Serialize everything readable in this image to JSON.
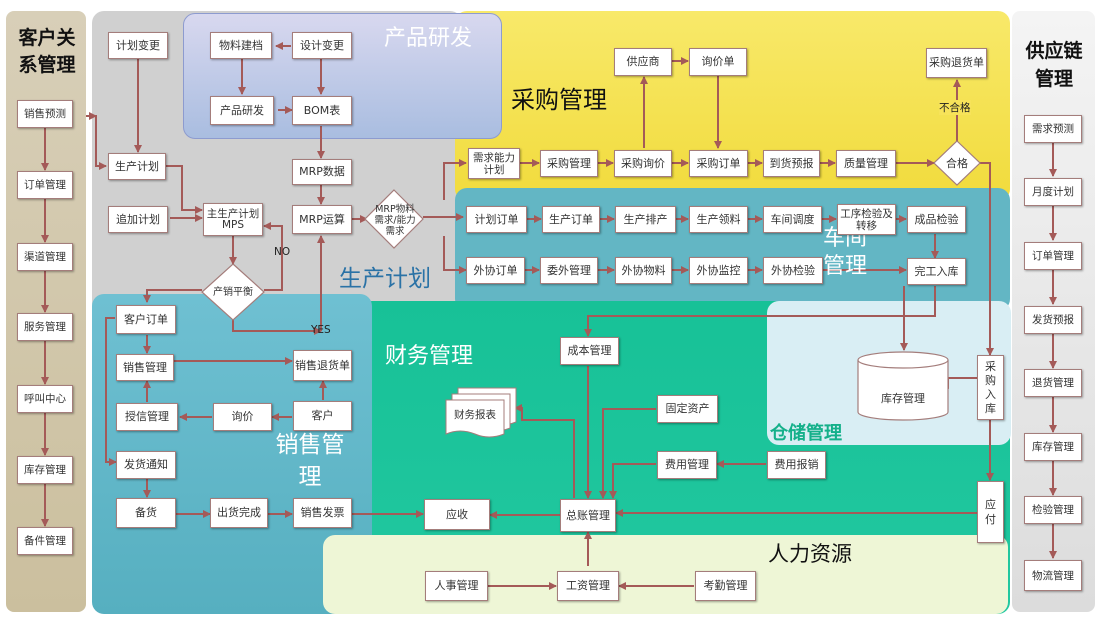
{
  "regions": {
    "crm": "客户关系管理",
    "scm": "供应链管理",
    "rd": "产品研发",
    "purchase": "采购管理",
    "production": "生产计划",
    "workshop": "车间管理",
    "finance": "财务管理",
    "sales": "销售管理",
    "warehouse": "仓储管理",
    "hr": "人力资源"
  },
  "crm_items": [
    "销售预测",
    "订单管理",
    "渠道管理",
    "服务管理",
    "呼叫中心",
    "库存管理",
    "备件管理"
  ],
  "scm_items": [
    "需求预测",
    "月度计划",
    "订单管理",
    "发货预报",
    "退货管理",
    "库存管理",
    "检验管理",
    "物流管理"
  ],
  "nodes": {
    "plan_change": "计划变更",
    "material": "物料建档",
    "design_change": "设计变更",
    "product_rd": "产品研发",
    "bom": "BOM表",
    "mrp_data": "MRP数据",
    "mrp_calc": "MRP运算",
    "mrp_diamond": "MRP物料需求/能力需求",
    "prod_plan": "生产计划",
    "add_plan": "追加计划",
    "mps": "主生产计划MPS",
    "balance": "产销平衡",
    "no": "NO",
    "yes": "YES",
    "supplier": "供应商",
    "inquiry_sheet": "询价单",
    "purchase_return": "采购退货单",
    "unqualified": "不合格",
    "demand_plan": "需求能力计划",
    "pur_mgmt": "采购管理",
    "pur_inquiry": "采购询价",
    "pur_order": "采购订单",
    "arrival": "到货预报",
    "quality": "质量管理",
    "qualified": "合格",
    "plan_order": "计划订单",
    "prod_order": "生产订单",
    "prod_schedule": "生产排产",
    "prod_material": "生产领料",
    "shop_dispatch": "车间调度",
    "process_check": "工序检验及转移",
    "product_check": "成品检验",
    "out_order": "外协订单",
    "entrust": "委外管理",
    "out_material": "外协物料",
    "out_monitor": "外协监控",
    "out_check": "外协检验",
    "complete_in": "完工入库",
    "cost": "成本管理",
    "fixed_asset": "固定资产",
    "fin_report": "财务报表",
    "expense_mgmt": "费用管理",
    "expense_claim": "费用报销",
    "ledger": "总账管理",
    "receivable": "应收",
    "payable": "应付",
    "inventory": "库存管理",
    "pur_in": "采购入库",
    "cust_order": "客户订单",
    "sales_mgmt": "销售管理",
    "sales_return": "销售退货单",
    "credit": "授信管理",
    "ask_price": "询价",
    "customer": "客户",
    "ship_notice": "发货通知",
    "stock_up": "备货",
    "ship_done": "出货完成",
    "invoice": "销售发票",
    "personnel": "人事管理",
    "salary": "工资管理",
    "attendance": "考勤管理"
  },
  "colors": {
    "arrow": "#a45a58",
    "crm_bg": "#d6cdb4",
    "rd_bg": "#bfcbe6",
    "purchase_bg": "#f6e353",
    "workshop_bg": "#5ab8c6",
    "finance_bg": "#1dc59a",
    "sales_bg": "#5ab7c9",
    "hr_bg": "#eef6d4"
  }
}
